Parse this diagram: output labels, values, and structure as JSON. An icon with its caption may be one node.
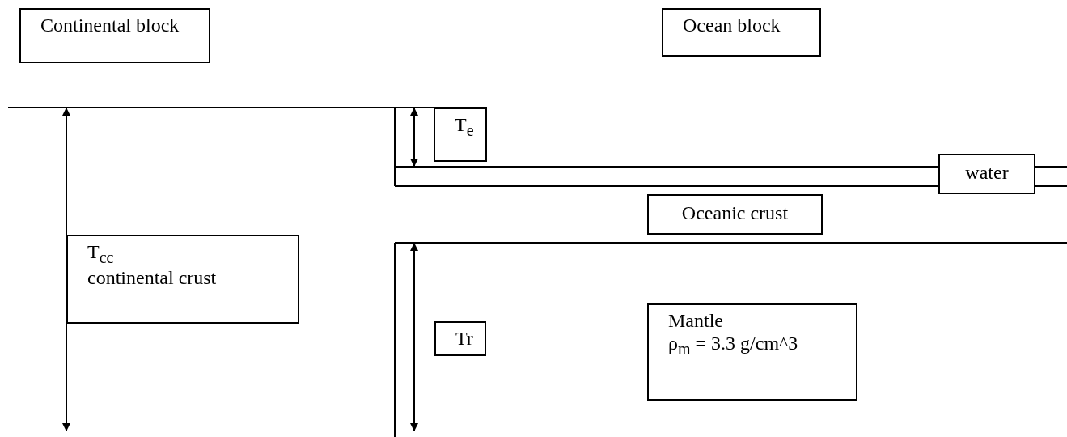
{
  "diagram": {
    "nodes": [
      {
        "text": [
          "Continental block"
        ]
      },
      {
        "text": [
          "Ocean block"
        ]
      },
      {
        "text": [
          "T$_{e}$"
        ]
      },
      {
        "text": [
          "water"
        ]
      },
      {
        "text": [
          "Oceanic crust"
        ]
      },
      {
        "text": [
          "T$_{cc}$",
          "continental crust"
        ]
      },
      {
        "text": [
          "Tr"
        ]
      },
      {
        "text": [
          "Mantle",
          "ρ$_{m}$ = 3.3 g/cm^3"
        ]
      }
    ]
  }
}
